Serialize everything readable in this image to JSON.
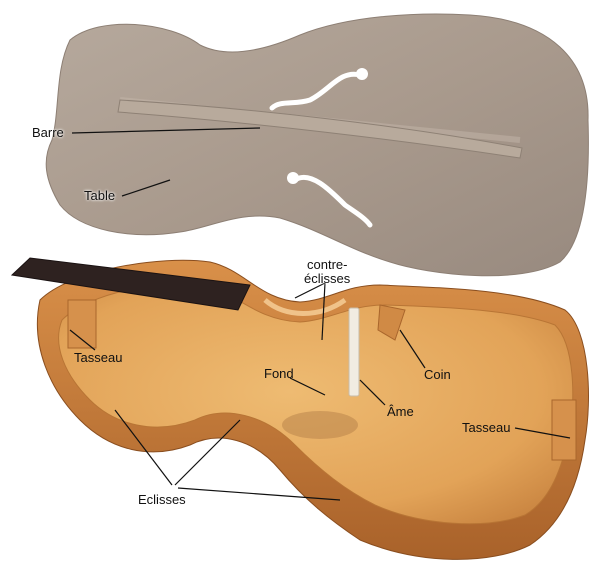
{
  "figure": {
    "labels": {
      "barre": "Barre",
      "table": "Table",
      "contre_eclisses_line1": "contre-",
      "contre_eclisses_line2": "éclisses",
      "tasseau_left": "Tasseau",
      "fond": "Fond",
      "coin": "Coin",
      "ame": "Âme",
      "tasseau_right": "Tasseau",
      "eclisses": "Eclisses"
    },
    "colors": {
      "top_plate": "#a99a8d",
      "bass_bar": "#b2a396",
      "ribs": "#c87e3c",
      "back_inside": "#e3a65b",
      "fingerboard": "#2e2220",
      "soundpost": "#f1ece2",
      "leader_line": "#111111"
    }
  }
}
